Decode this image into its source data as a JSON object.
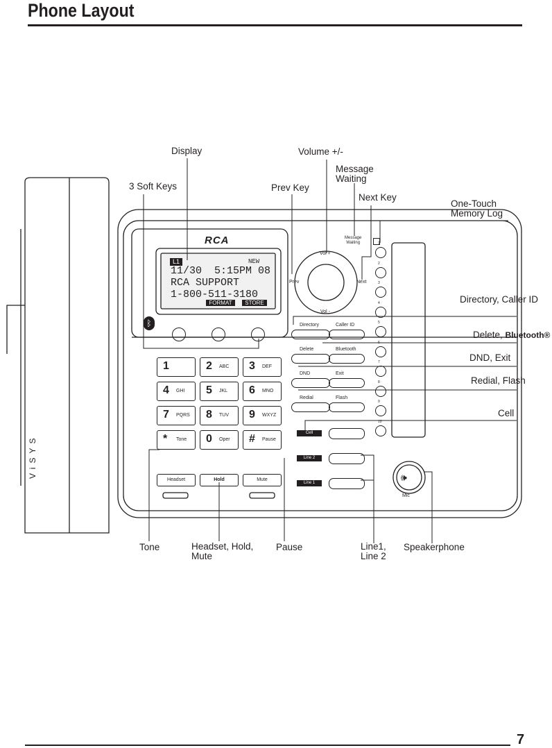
{
  "page": {
    "title": "Phone Layout",
    "page_number": "7"
  },
  "callouts": {
    "display": "Display",
    "volume": "Volume +/-",
    "message_waiting": "Message\nWaiting",
    "soft_keys": "3 Soft Keys",
    "prev_key": "Prev Key",
    "next_key": "Next Key",
    "one_touch": "One-Touch\nMemory Log",
    "directory_caller_id": "Directory, Caller ID",
    "delete_prefix": "Delete, ",
    "delete_bluetooth": "Bluetooth®",
    "dnd_exit": "DND, Exit",
    "redial_flash": "Redial, Flash",
    "cell": "Cell",
    "tone": "Tone",
    "headset_hold_mute": "Headset, Hold,\nMute",
    "pause": "Pause",
    "line1_line2": "Line1,\nLine 2",
    "speakerphone": "Speakerphone"
  },
  "phone": {
    "brand": "RCA",
    "model": "ViSYS",
    "lcd": {
      "line_indicator": "L1",
      "new_label": "NEW",
      "row1": "11/30  5:15PM 08",
      "row2": "RCA SUPPORT",
      "row3": "1-800-511-3180",
      "soft1": "FORMAT",
      "soft2": "STORE"
    },
    "nav": {
      "vol_up": "Vol +",
      "vol_down": "Vol -",
      "prev": "Prev",
      "next": "Next",
      "message_waiting": "Message\nWaiting"
    },
    "function_keys": [
      {
        "left": "Directory",
        "right": "Caller ID"
      },
      {
        "left": "Delete",
        "right": "Bluetooth"
      },
      {
        "left": "DND",
        "right": "Exit"
      },
      {
        "left": "Redial",
        "right": "Flash"
      }
    ],
    "line_keys": [
      "Cell",
      "Line 2",
      "Line 1"
    ],
    "memory_keys": [
      "1",
      "2",
      "3",
      "4",
      "5",
      "6",
      "7",
      "8",
      "9",
      "10"
    ],
    "dialpad": [
      {
        "digit": "1",
        "letters": ""
      },
      {
        "digit": "2",
        "letters": "ABC"
      },
      {
        "digit": "3",
        "letters": "DEF"
      },
      {
        "digit": "4",
        "letters": "GHI"
      },
      {
        "digit": "5",
        "letters": "JKL"
      },
      {
        "digit": "6",
        "letters": "MNO"
      },
      {
        "digit": "7",
        "letters": "PQRS"
      },
      {
        "digit": "8",
        "letters": "TUV"
      },
      {
        "digit": "9",
        "letters": "WXYZ"
      },
      {
        "digit": "*",
        "letters": "Tone"
      },
      {
        "digit": "0",
        "letters": "Oper"
      },
      {
        "digit": "#",
        "letters": "Pause"
      }
    ],
    "bottom_keys": [
      "Headset",
      "Hold",
      "Mute"
    ],
    "mic_label": "Mic"
  }
}
